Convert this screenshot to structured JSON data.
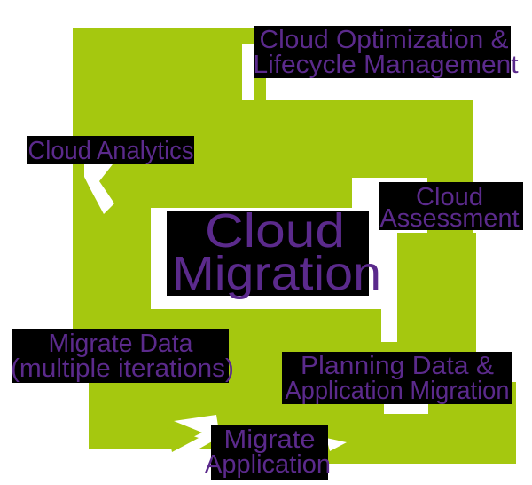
{
  "diagram_title": "Cloud Migration",
  "colors": {
    "green": "#A5C80F",
    "purple": "#5B2A8C",
    "label_bg": "#000000",
    "background": "#FFFFFF"
  },
  "center": {
    "line1": "Cloud",
    "line2": "Migration"
  },
  "labels": {
    "optimization": {
      "line1": "Cloud Optimization &",
      "line2": "Lifecycle Management"
    },
    "analytics": {
      "line1": "Cloud Analytics"
    },
    "assessment": {
      "line1": "Cloud",
      "line2": "Assessment"
    },
    "migrate_data": {
      "line1": "Migrate Data",
      "line2": "(multiple iterations)"
    },
    "planning": {
      "line1": "Planning Data &",
      "line2": "Application Migration"
    },
    "migrate_app": {
      "line1": "Migrate",
      "line2": "Application"
    }
  }
}
